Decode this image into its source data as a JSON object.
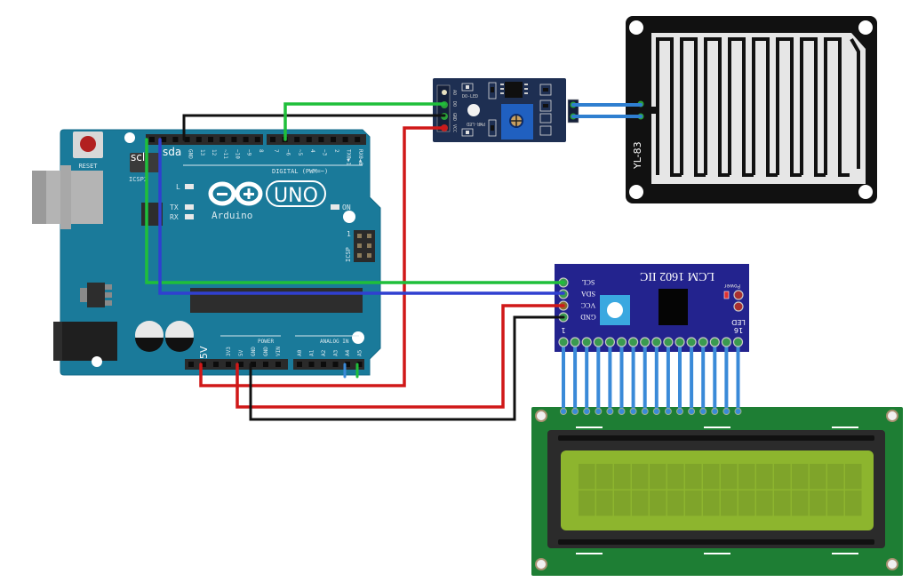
{
  "diagram": {
    "title": "Arduino UNO rain sensor with I2C LCD wiring"
  },
  "arduino": {
    "reset_label": "RESET",
    "icsp2_label": "ICSP2",
    "scl_label": "scl",
    "sda_label": "sda",
    "digital_pins": [
      "GND",
      "13",
      "12",
      "~11",
      "~10",
      "~9",
      "8",
      "7",
      "~6",
      "~5",
      "4",
      "~3",
      "2",
      "TX0▶1",
      "RX0◀0"
    ],
    "digital_label": "DIGITAL (PWM=~)",
    "led_l": "L",
    "led_tx": "TX",
    "led_rx": "RX",
    "logo_text": "UNO",
    "brand_text": "Arduino",
    "on_label": "ON",
    "icsp_label": "ICSP",
    "icsp_pin1": "1",
    "power_label": "POWER",
    "power_pins": [
      "3V3",
      "5V",
      "GND",
      "GND",
      "VIN"
    ],
    "analog_label": "ANALOG IN",
    "analog_pins": [
      "A0",
      "A1",
      "A2",
      "A3",
      "A4",
      "A5"
    ],
    "five_v_label": "5V",
    "board_color": "#1a7a9a"
  },
  "sensor_module": {
    "pins": [
      "AO",
      "DO",
      "GND",
      "VCC"
    ],
    "do_led_label": "DO-LED",
    "pwr_led_label": "PWR-LED",
    "minus_label": "-",
    "plus_label": "+",
    "board_color": "#1e2f52"
  },
  "rain_plate": {
    "model_label": "YL-83"
  },
  "i2c_module": {
    "title": "LCM 1602 IIC",
    "pins": [
      "SCL",
      "SDA",
      "VCC",
      "GND"
    ],
    "power_label": "Power",
    "led_label": "LED",
    "pin_first": "1",
    "pin_last": "16",
    "board_color": "#23238e"
  },
  "lcd": {
    "model": "16x2",
    "columns": 16,
    "rows": 2,
    "pcb_color": "#1e7e34",
    "screen_color": "#8db52e"
  },
  "wires": [
    {
      "name": "gnd-sensor",
      "from": "Arduino GND (digital header)",
      "to": "Sensor GND",
      "color": "#111111"
    },
    {
      "name": "d6-sensor",
      "from": "Arduino D6",
      "to": "Sensor DO",
      "color": "#1fbf3a"
    },
    {
      "name": "vcc-sensor",
      "from": "Arduino 5V",
      "to": "Sensor VCC",
      "color": "#d01818"
    },
    {
      "name": "scl-lcd",
      "from": "Arduino SCL",
      "to": "LCD SCL",
      "color": "#1fbf3a"
    },
    {
      "name": "sda-lcd",
      "from": "Arduino SDA",
      "to": "LCD SDA",
      "color": "#3040d0"
    },
    {
      "name": "vcc-lcd",
      "from": "Arduino 5V",
      "to": "LCD VCC",
      "color": "#d01818"
    },
    {
      "name": "gnd-lcd",
      "from": "Arduino GND",
      "to": "LCD GND",
      "color": "#111111"
    },
    {
      "name": "plate-link",
      "from": "Sensor module +/-",
      "to": "YL-83 plate",
      "color": "#2f7fd0"
    }
  ]
}
